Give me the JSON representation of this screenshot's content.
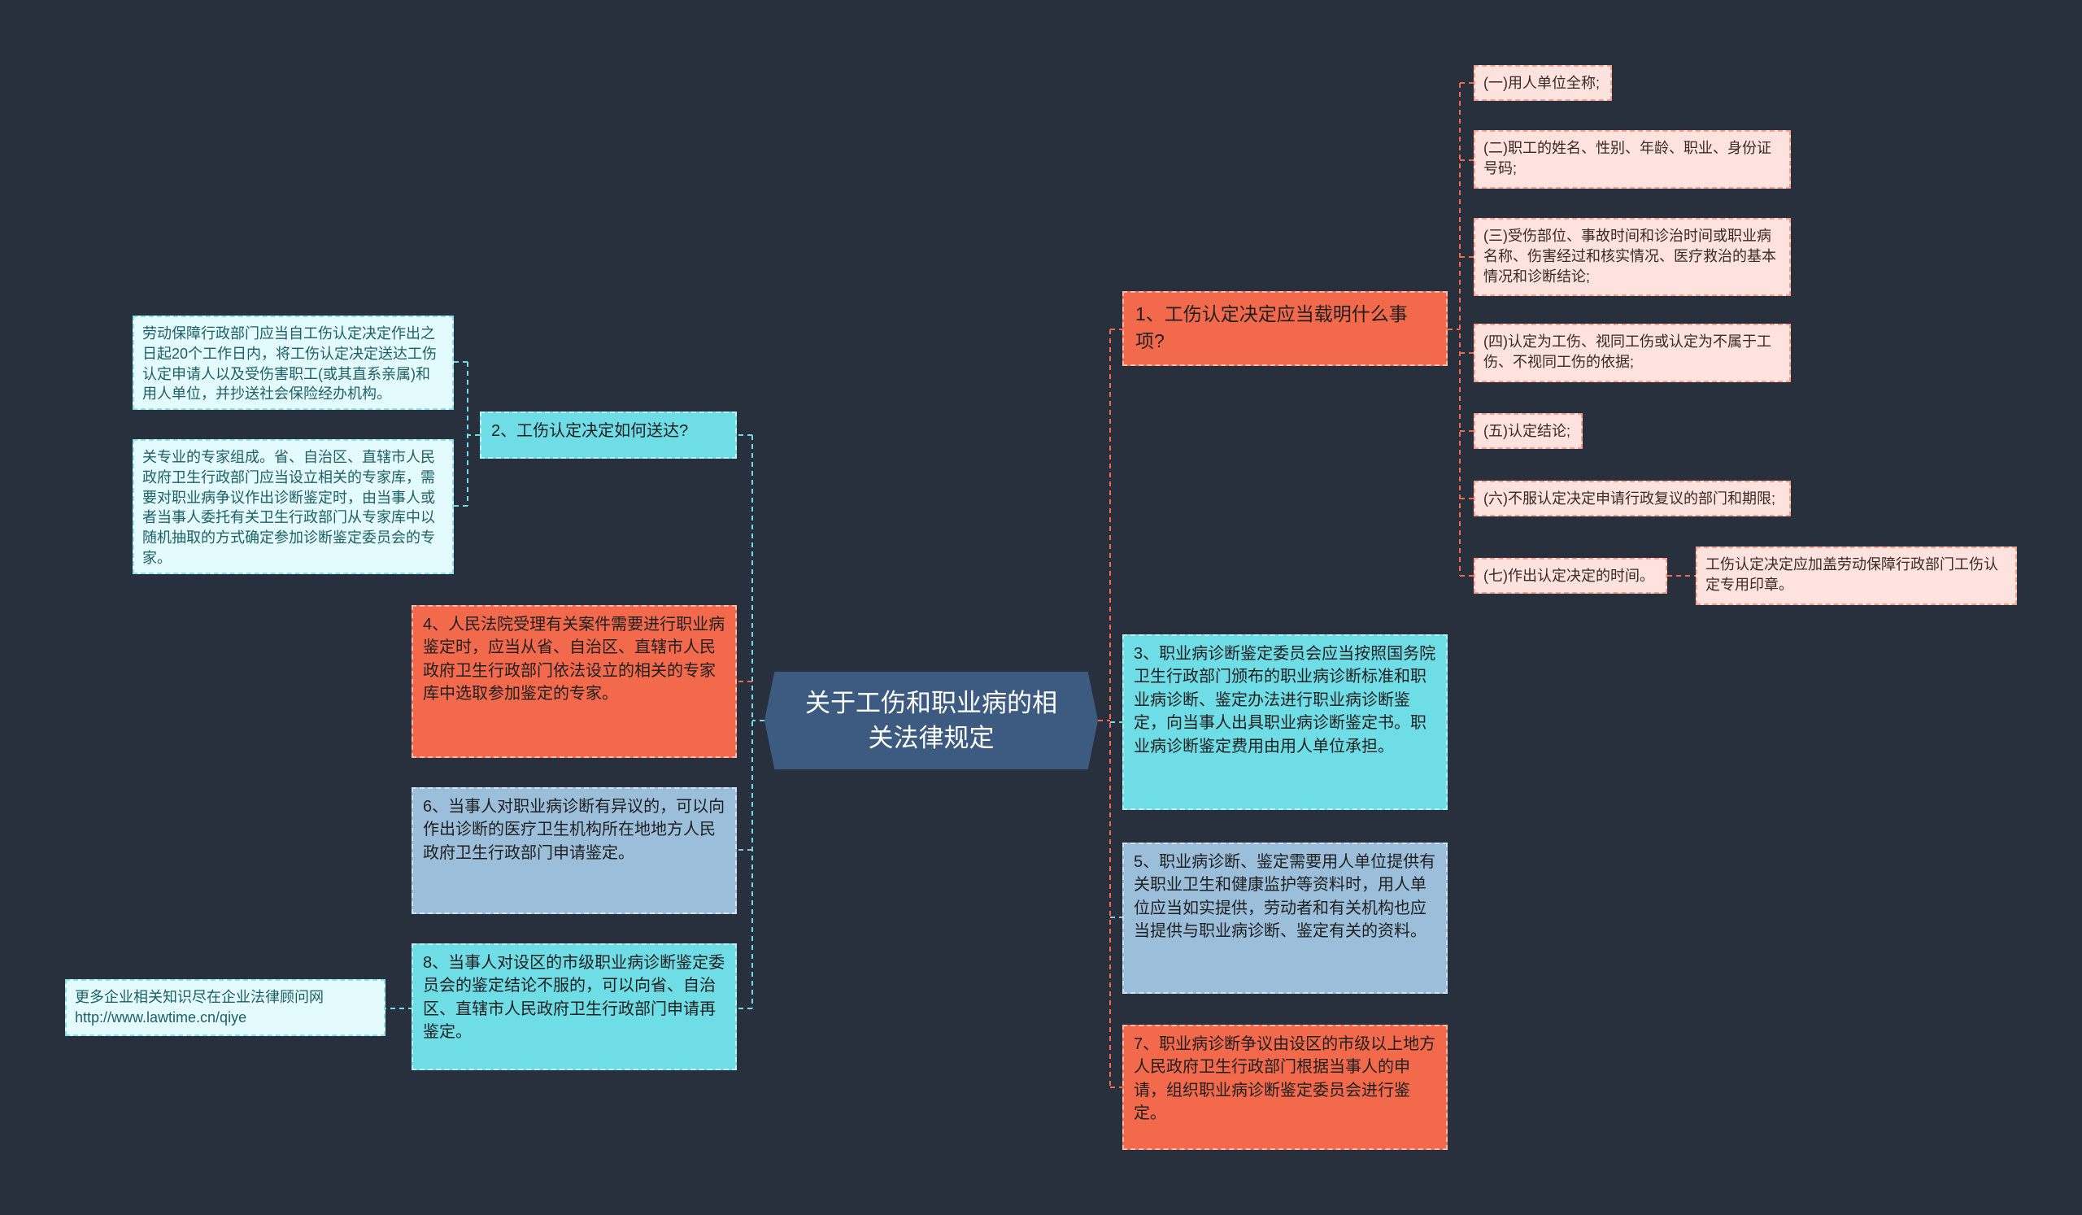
{
  "central": "关于工伤和职业病的相关法律规定",
  "right": {
    "q1": "1、工伤认定决定应当载明什么事项?",
    "q1_items": [
      "(一)用人单位全称;",
      "(二)职工的姓名、性别、年龄、职业、身份证号码;",
      "(三)受伤部位、事故时间和诊治时间或职业病名称、伤害经过和核实情况、医疗救治的基本情况和诊断结论;",
      "(四)认定为工伤、视同工伤或认定为不属于工伤、不视同工伤的依据;",
      "(五)认定结论;",
      "(六)不服认定决定申请行政复议的部门和期限;",
      "(七)作出认定决定的时间。"
    ],
    "q1_seal": "工伤认定决定应加盖劳动保障行政部门工伤认定专用印章。",
    "n3": "3、职业病诊断鉴定委员会应当按照国务院卫生行政部门颁布的职业病诊断标准和职业病诊断、鉴定办法进行职业病诊断鉴定，向当事人出具职业病诊断鉴定书。职业病诊断鉴定费用由用人单位承担。",
    "n5": "5、职业病诊断、鉴定需要用人单位提供有关职业卫生和健康监护等资料时，用人单位应当如实提供，劳动者和有关机构也应当提供与职业病诊断、鉴定有关的资料。",
    "n7": "7、职业病诊断争议由设区的市级以上地方人民政府卫生行政部门根据当事人的申请，组织职业病诊断鉴定委员会进行鉴定。"
  },
  "left": {
    "q2": "2、工伤认定决定如何送达?",
    "q2_a": "劳动保障行政部门应当自工伤认定决定作出之日起20个工作日内，将工伤认定决定送达工伤认定申请人以及受伤害职工(或其直系亲属)和用人单位，并抄送社会保险经办机构。",
    "q2_b": "关专业的专家组成。省、自治区、直辖市人民政府卫生行政部门应当设立相关的专家库，需要对职业病争议作出诊断鉴定时，由当事人或者当事人委托有关卫生行政部门从专家库中以随机抽取的方式确定参加诊断鉴定委员会的专家。",
    "n4": "4、人民法院受理有关案件需要进行职业病鉴定时，应当从省、自治区、直辖市人民政府卫生行政部门依法设立的相关的专家库中选取参加鉴定的专家。",
    "n6": "6、当事人对职业病诊断有异议的，可以向作出诊断的医疗卫生机构所在地地方人民政府卫生行政部门申请鉴定。",
    "n8": "8、当事人对设区的市级职业病诊断鉴定委员会的鉴定结论不服的，可以向省、自治区、直辖市人民政府卫生行政部门申请再鉴定。",
    "n8_note": "更多企业相关知识尽在企业法律顾问网http://www.lawtime.cn/qiye"
  },
  "colors": {
    "background": "#28303e",
    "central": "#3d5a80",
    "orange": "#f2694c",
    "cyan": "#6fdde6",
    "blue": "#9bbfdb",
    "pink": "#fde2dd",
    "mint": "#e3fbfc"
  }
}
